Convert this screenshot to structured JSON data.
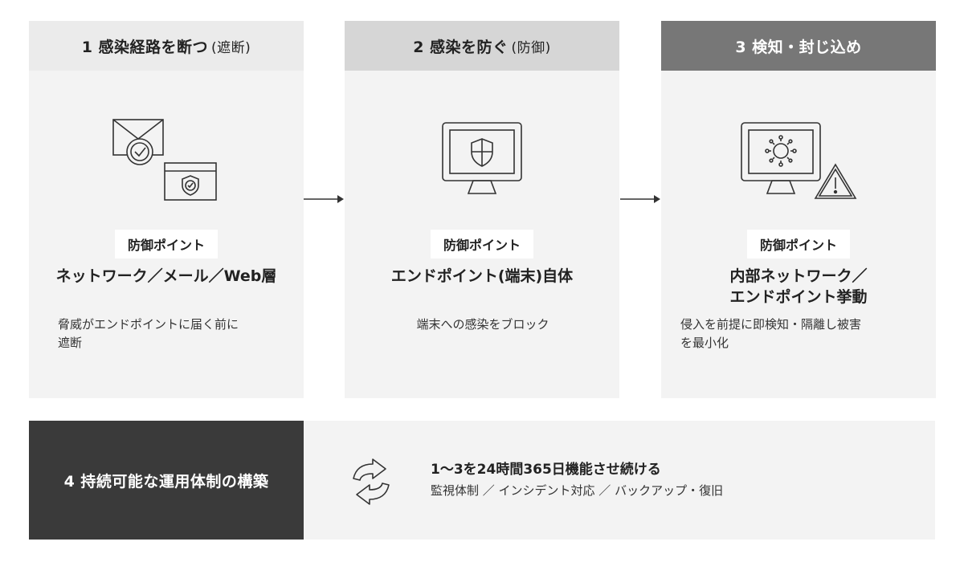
{
  "steps": [
    {
      "header": "1 感染経路を断つ",
      "header_paren": "(遮断)",
      "badge": "防御ポイント",
      "title_line1": "ネットワーク／メール／Web層",
      "title_line2": "",
      "desc_line1": "脅威がエンドポイントに届く前に",
      "desc_line2": "遮断"
    },
    {
      "header": "2 感染を防ぐ",
      "header_paren": "(防御)",
      "badge": "防御ポイント",
      "title_line1": "エンドポイント(端末)自体",
      "title_line2": "",
      "desc_line1": "端末への感染をブロック",
      "desc_line2": ""
    },
    {
      "header": "3 検知・封じ込め",
      "header_paren": "",
      "badge": "防御ポイント",
      "title_line1": "内部ネットワーク／",
      "title_line2": "エンドポイント挙動",
      "desc_line1": "侵入を前提に即検知・隔離し被害",
      "desc_line2": "を最小化"
    }
  ],
  "icons": [
    "mail-check-icon",
    "browser-shield-icon",
    "monitor-shield-icon",
    "monitor-virus-icon",
    "warning-icon",
    "arrow-right-icon",
    "cycle-icon"
  ],
  "bottom": {
    "header": "4 持続可能な運用体制の構築",
    "main": "1〜3を24時間365日機能させ続ける",
    "sub": "監視体制 ／ インシデント対応 ／ バックアップ・復旧"
  },
  "colors": {
    "panel_bg": "#f3f3f3",
    "header1": "#ebebeb",
    "header2": "#d6d6d6",
    "header3": "#777777",
    "bottom_dark": "#3a3a3a"
  }
}
